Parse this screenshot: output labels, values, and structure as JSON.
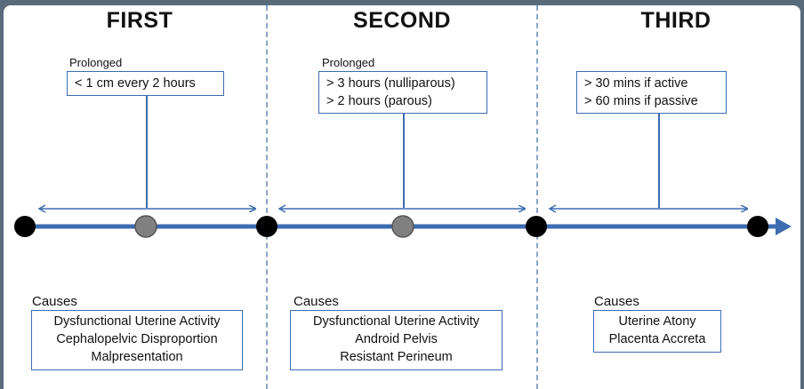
{
  "stages": [
    {
      "title": "FIRST",
      "prolonged_label": "Prolonged",
      "prolonged_lines": [
        "< 1 cm every 2 hours"
      ],
      "causes_label": "Causes",
      "causes": [
        "Dysfunctional Uterine Activity",
        "Cephalopelvic Disproportion",
        "Malpresentation"
      ]
    },
    {
      "title": "SECOND",
      "prolonged_label": "Prolonged",
      "prolonged_lines": [
        "> 3 hours (nulliparous)",
        "> 2 hours (parous)"
      ],
      "causes_label": "Causes",
      "causes": [
        "Dysfunctional Uterine Activity",
        "Android Pelvis",
        "Resistant Perineum"
      ]
    },
    {
      "title": "THIRD",
      "prolonged_lines": [
        "> 30 mins if active",
        "> 60 mins if passive"
      ],
      "causes_label": "Causes",
      "causes": [
        "Uterine Atony",
        "Placenta Accreta"
      ]
    }
  ],
  "colors": {
    "accent": "#3d6cb0",
    "node_black": "#000000",
    "node_gray": "#808080",
    "divider": "#8aa6c4"
  }
}
